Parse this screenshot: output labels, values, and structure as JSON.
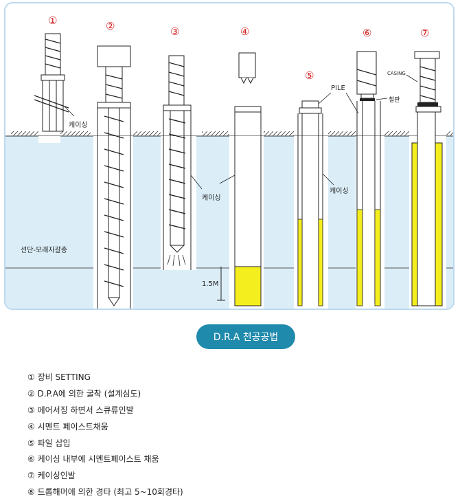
{
  "diagram": {
    "step_numbers": [
      "①",
      "②",
      "③",
      "④",
      "⑤",
      "⑥",
      "⑦"
    ],
    "labels": {
      "casing_1": "케이싱",
      "casing_3": "케이싱",
      "casing_5": "케이싱",
      "pile": "PILE",
      "casing_en": "CASING",
      "steel_plate": "철판",
      "soil_layer": "선단-모래자갈층",
      "depth": "1.5M"
    },
    "colors": {
      "cement_fill": "#f5ee1e",
      "panel_border": "#bcd9ee",
      "ground_fill": "#dbeef8",
      "number_red": "#d61d1d"
    }
  },
  "title": "D.R.A 천공공법",
  "steps": [
    "① 장비 SETTING",
    "② D.P.A에 의한 굴착 (설계심도)",
    "③ 에어서징 하면서 스큐류인발",
    "④ 시멘트 페이스트채움",
    "⑤ 파일 삽입",
    "⑥ 케이싱 내부에 시멘트페이스트 채움",
    "⑦ 케이싱인발",
    "⑧ 드롭해머에 의한 경타 (최고 5~10회경타)"
  ]
}
